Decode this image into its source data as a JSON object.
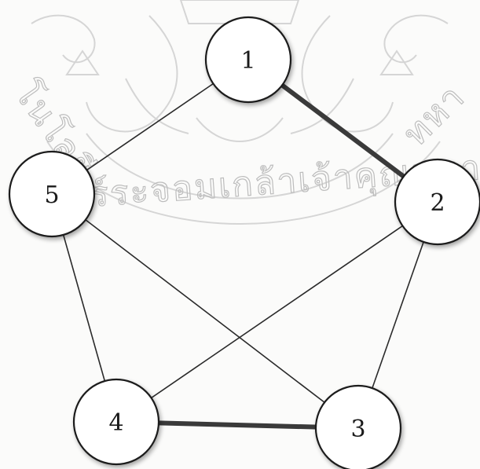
{
  "watermark": {
    "text": "ร์ระจอมเกล้าเจ้าคุณทหา",
    "left_fragment": "โนโลยี",
    "right_fragment": "ทหา"
  },
  "diagram": {
    "nodes": [
      {
        "id": "1",
        "label": "1"
      },
      {
        "id": "2",
        "label": "2"
      },
      {
        "id": "3",
        "label": "3"
      },
      {
        "id": "4",
        "label": "4"
      },
      {
        "id": "5",
        "label": "5"
      }
    ],
    "edges": [
      {
        "from": "1",
        "to": "2",
        "style": "thick"
      },
      {
        "from": "1",
        "to": "5",
        "style": "thin"
      },
      {
        "from": "2",
        "to": "4",
        "style": "thin"
      },
      {
        "from": "2",
        "to": "3",
        "style": "thin"
      },
      {
        "from": "5",
        "to": "3",
        "style": "thin"
      },
      {
        "from": "5",
        "to": "4",
        "style": "thin"
      },
      {
        "from": "4",
        "to": "3",
        "style": "thick"
      }
    ]
  }
}
